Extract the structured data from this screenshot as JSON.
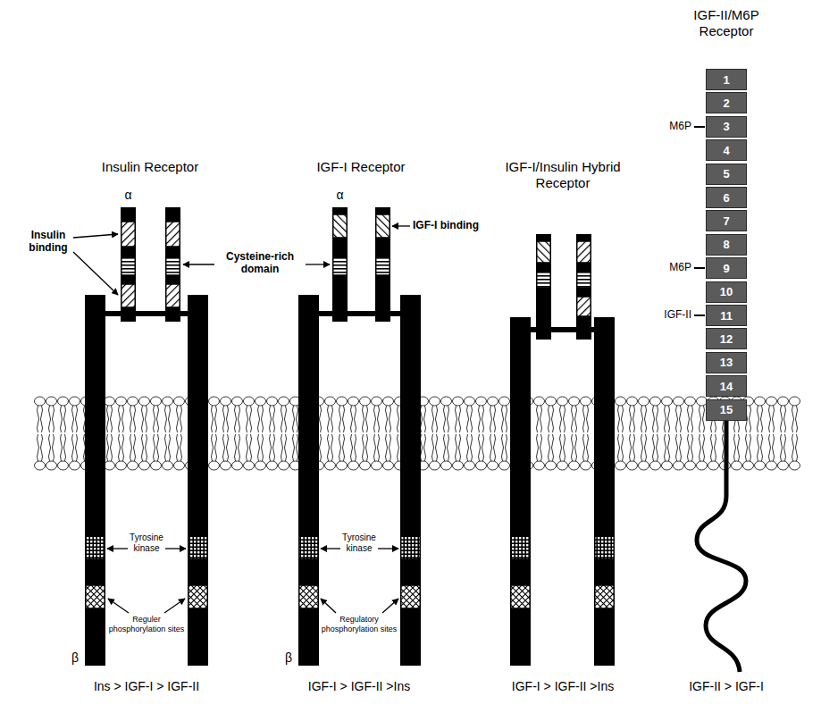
{
  "diagram": {
    "nodes": [
      {
        "text": [
          "1"
        ]
      },
      {
        "text": [
          "2"
        ]
      },
      {
        "text": [
          "3"
        ]
      },
      {
        "text": [
          "4"
        ]
      },
      {
        "text": [
          "5"
        ]
      },
      {
        "text": [
          "6"
        ]
      },
      {
        "text": [
          "7"
        ]
      },
      {
        "text": [
          "8"
        ]
      },
      {
        "text": [
          "9"
        ]
      },
      {
        "text": [
          "10"
        ]
      },
      {
        "text": [
          "11"
        ]
      },
      {
        "text": [
          "12"
        ]
      },
      {
        "text": [
          "13"
        ]
      },
      {
        "text": [
          "14"
        ]
      },
      {
        "text": [
          "15"
        ]
      }
    ],
    "labels": [
      "Insulin Receptor",
      "α",
      "β",
      "Insulin binding",
      "Cysteine-rich domain",
      "Tyrosine kinase",
      "Reguler phosphorylation sites",
      "Ins > IGF-I > IGF-II",
      "IGF-I Receptor",
      "α",
      "IGF-I binding",
      "Tyrosine kinase",
      "Regulatory phosphorylation sites",
      "β",
      "IGF-I > IGF-II >Ins",
      "IGF-I/Insulin Hybrid Receptor",
      "IGF-I > IGF-II >Ins",
      "IGF-II/M6P Receptor",
      "M6P",
      "M6P",
      "IGF-II",
      "IGF-II > IGF-I"
    ]
  }
}
